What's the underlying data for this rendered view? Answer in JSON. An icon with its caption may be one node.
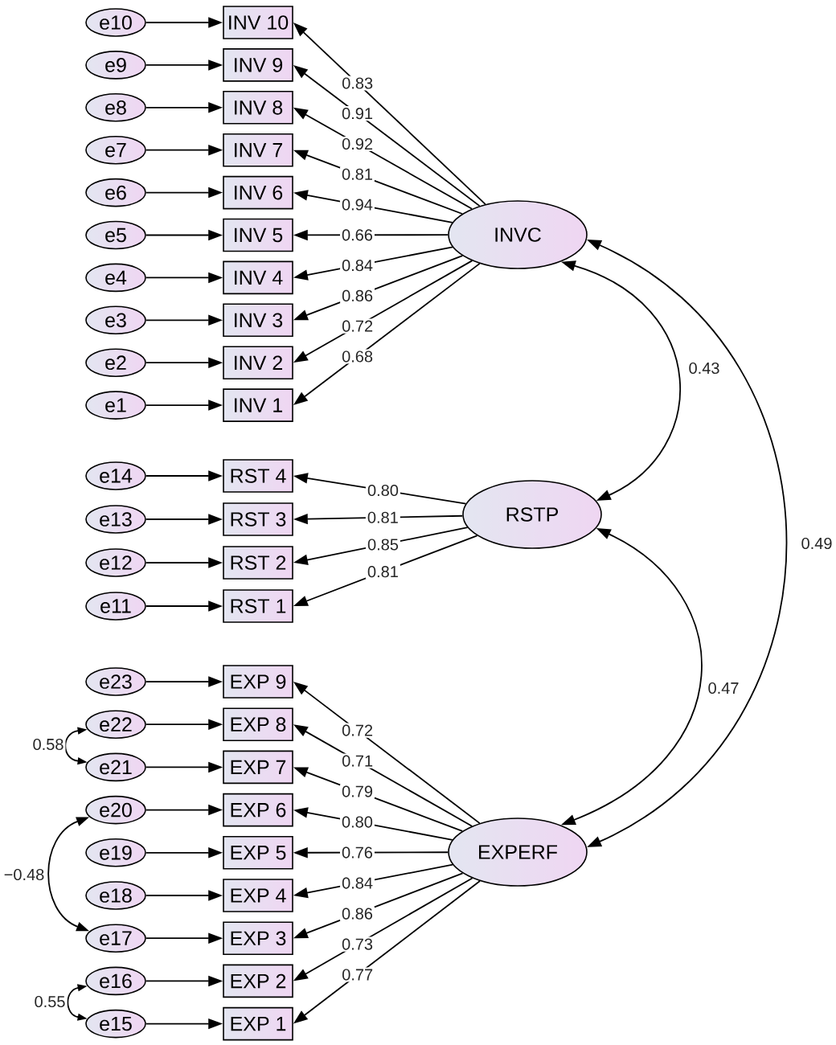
{
  "diagram": {
    "nodes": [
      {
        "text": [
          "e10"
        ]
      },
      {
        "text": [
          "INV 10"
        ]
      },
      {
        "text": [
          "e9"
        ]
      },
      {
        "text": [
          "INV 9"
        ]
      },
      {
        "text": [
          "e8"
        ]
      },
      {
        "text": [
          "INV 8"
        ]
      },
      {
        "text": [
          "e7"
        ]
      },
      {
        "text": [
          "INV 7"
        ]
      },
      {
        "text": [
          "e6"
        ]
      },
      {
        "text": [
          "INV 6"
        ]
      },
      {
        "text": [
          "e5"
        ]
      },
      {
        "text": [
          "INV 5"
        ]
      },
      {
        "text": [
          "e4"
        ]
      },
      {
        "text": [
          "INV 4"
        ]
      },
      {
        "text": [
          "e3"
        ]
      },
      {
        "text": [
          "INV 3"
        ]
      },
      {
        "text": [
          "e2"
        ]
      },
      {
        "text": [
          "INV 2"
        ]
      },
      {
        "text": [
          "e1"
        ]
      },
      {
        "text": [
          "INV 1"
        ]
      },
      {
        "text": [
          "INVC"
        ]
      },
      {
        "text": [
          "e14"
        ]
      },
      {
        "text": [
          "RST 4"
        ]
      },
      {
        "text": [
          "e13"
        ]
      },
      {
        "text": [
          "RST 3"
        ]
      },
      {
        "text": [
          "e12"
        ]
      },
      {
        "text": [
          "RST 2"
        ]
      },
      {
        "text": [
          "e11"
        ]
      },
      {
        "text": [
          "RST 1"
        ]
      },
      {
        "text": [
          "RSTP"
        ]
      },
      {
        "text": [
          "e23"
        ]
      },
      {
        "text": [
          "EXP 9"
        ]
      },
      {
        "text": [
          "e22"
        ]
      },
      {
        "text": [
          "EXP 8"
        ]
      },
      {
        "text": [
          "e21"
        ]
      },
      {
        "text": [
          "EXP 7"
        ]
      },
      {
        "text": [
          "e20"
        ]
      },
      {
        "text": [
          "EXP 6"
        ]
      },
      {
        "text": [
          "e19"
        ]
      },
      {
        "text": [
          "EXP 5"
        ]
      },
      {
        "text": [
          "e18"
        ]
      },
      {
        "text": [
          "EXP 4"
        ]
      },
      {
        "text": [
          "e17"
        ]
      },
      {
        "text": [
          "EXP 3"
        ]
      },
      {
        "text": [
          "e16"
        ]
      },
      {
        "text": [
          "EXP 2"
        ]
      },
      {
        "text": [
          "e15"
        ]
      },
      {
        "text": [
          "EXP 1"
        ]
      },
      {
        "text": [
          "EXPERF"
        ]
      }
    ],
    "edges": [
      {
        "from": 0,
        "to": 1,
        "arrow": "to"
      },
      {
        "from": 2,
        "to": 3,
        "arrow": "to"
      },
      {
        "from": 4,
        "to": 5,
        "arrow": "to"
      },
      {
        "from": 6,
        "to": 7,
        "arrow": "to"
      },
      {
        "from": 8,
        "to": 9,
        "arrow": "to"
      },
      {
        "from": 10,
        "to": 11,
        "arrow": "to"
      },
      {
        "from": 12,
        "to": 13,
        "arrow": "to"
      },
      {
        "from": 14,
        "to": 15,
        "arrow": "to"
      },
      {
        "from": 16,
        "to": 17,
        "arrow": "to"
      },
      {
        "from": 18,
        "to": 19,
        "arrow": "to"
      },
      {
        "from": 21,
        "to": 22,
        "arrow": "to"
      },
      {
        "from": 23,
        "to": 24,
        "arrow": "to"
      },
      {
        "from": 25,
        "to": 26,
        "arrow": "to"
      },
      {
        "from": 27,
        "to": 28,
        "arrow": "to"
      },
      {
        "from": 30,
        "to": 31,
        "arrow": "to"
      },
      {
        "from": 32,
        "to": 33,
        "arrow": "to"
      },
      {
        "from": 34,
        "to": 35,
        "arrow": "to"
      },
      {
        "from": 36,
        "to": 37,
        "arrow": "to"
      },
      {
        "from": 38,
        "to": 39,
        "arrow": "to"
      },
      {
        "from": 40,
        "to": 41,
        "arrow": "to"
      },
      {
        "from": 42,
        "to": 43,
        "arrow": "to"
      },
      {
        "from": 44,
        "to": 45,
        "arrow": "to"
      },
      {
        "from": 46,
        "to": 47,
        "arrow": "to"
      },
      {
        "from": 20,
        "to": 1,
        "arrow": "to",
        "label": "0.83"
      },
      {
        "from": 20,
        "to": 3,
        "arrow": "to",
        "label": "0.91"
      },
      {
        "from": 20,
        "to": 5,
        "arrow": "to",
        "label": "0.92"
      },
      {
        "from": 20,
        "to": 7,
        "arrow": "to",
        "label": "0.81"
      },
      {
        "from": 20,
        "to": 9,
        "arrow": "to",
        "label": "0.94"
      },
      {
        "from": 20,
        "to": 11,
        "arrow": "to",
        "label": "0.66"
      },
      {
        "from": 20,
        "to": 13,
        "arrow": "to",
        "label": "0.84"
      },
      {
        "from": 20,
        "to": 15,
        "arrow": "to",
        "label": "0.86"
      },
      {
        "from": 20,
        "to": 17,
        "arrow": "to",
        "label": "0.72"
      },
      {
        "from": 20,
        "to": 19,
        "arrow": "to",
        "label": "0.68"
      },
      {
        "from": 29,
        "to": 22,
        "arrow": "to",
        "label": "0.80"
      },
      {
        "from": 29,
        "to": 24,
        "arrow": "to",
        "label": "0.81"
      },
      {
        "from": 29,
        "to": 26,
        "arrow": "to",
        "label": "0.85"
      },
      {
        "from": 29,
        "to": 28,
        "arrow": "to",
        "label": "0.81"
      },
      {
        "from": 48,
        "to": 31,
        "arrow": "to",
        "label": "0.72"
      },
      {
        "from": 48,
        "to": 33,
        "arrow": "to",
        "label": "0.71"
      },
      {
        "from": 48,
        "to": 35,
        "arrow": "to",
        "label": "0.79"
      },
      {
        "from": 48,
        "to": 37,
        "arrow": "to",
        "label": "0.80"
      },
      {
        "from": 48,
        "to": 39,
        "arrow": "to",
        "label": "0.76"
      },
      {
        "from": 48,
        "to": 41,
        "arrow": "to",
        "label": "0.84"
      },
      {
        "from": 48,
        "to": 43,
        "arrow": "to",
        "label": "0.86"
      },
      {
        "from": 48,
        "to": 45,
        "arrow": "to",
        "label": "0.73"
      },
      {
        "from": 48,
        "to": 47,
        "arrow": "to",
        "label": "0.77"
      },
      {
        "from": 20,
        "to": 29,
        "arrow": "both",
        "label": "0.43"
      },
      {
        "from": 29,
        "to": 48,
        "arrow": "both",
        "label": "0.47"
      },
      {
        "from": 20,
        "to": 48,
        "arrow": "both",
        "label": "0.49"
      },
      {
        "from": 32,
        "to": 34,
        "arrow": "both",
        "label": "0.58"
      },
      {
        "from": 36,
        "to": 42,
        "arrow": "both",
        "label": "−0.48"
      },
      {
        "from": 44,
        "to": 46,
        "arrow": "both",
        "label": "0.55"
      }
    ]
  }
}
